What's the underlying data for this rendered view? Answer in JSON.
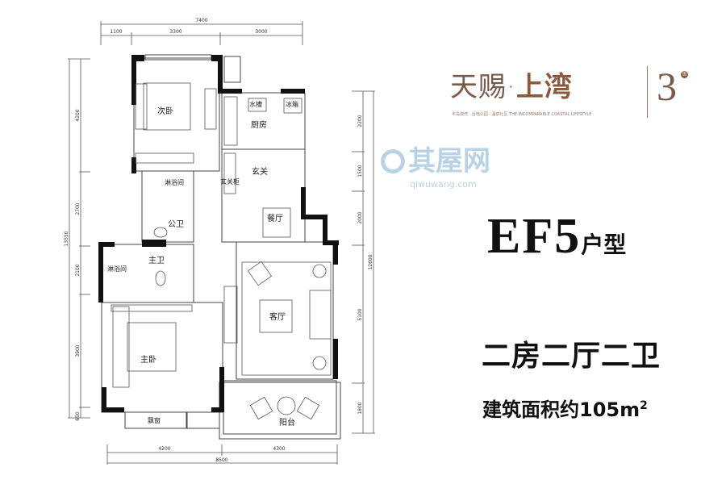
{
  "logo": {
    "title_part1": "天赐·",
    "title_part2": "上湾",
    "number": "3",
    "badge": "世",
    "tagline_cn": "半岛双湾 · 台地公园 · 温泉社区",
    "tagline_en": "THE INCOMPARABLE COASTAL LIFESTYLE",
    "color": "#8b5a3c"
  },
  "unit": {
    "code": "EF5",
    "suffix": "户型",
    "layout": "二房二厅二卫",
    "area_label": "建筑面积约",
    "area_value": "105m",
    "area_sup": "2"
  },
  "watermark": {
    "cn": "其屋网",
    "en": "qiwuwang.com"
  },
  "floorplan": {
    "rooms": {
      "second_bedroom": "次卧",
      "kitchen": "厨房",
      "sink": "水槽",
      "fridge": "冰箱",
      "foyer": "玄关",
      "foyer_cabinet": "玄关柜",
      "shower1": "淋浴间",
      "public_bath": "公卫",
      "dining": "餐厅",
      "master_bath": "主卫",
      "shower2": "淋浴间",
      "living": "客厅",
      "master_bedroom": "主卧",
      "bay_window": "飘窗",
      "balcony": "阳台"
    },
    "dims_top": {
      "total": "7400",
      "segments": [
        "1100",
        "3300",
        "3000"
      ]
    },
    "dims_bottom": {
      "total": "8500",
      "segments": [
        "4200",
        "4300"
      ]
    },
    "dims_left": {
      "total": "13550",
      "segments": [
        "4200",
        "2700",
        "2100",
        "3900",
        "650"
      ]
    },
    "dims_right": {
      "total": "12600",
      "segments": [
        "2200",
        "1500",
        "2000",
        "5100",
        "1800"
      ]
    }
  }
}
